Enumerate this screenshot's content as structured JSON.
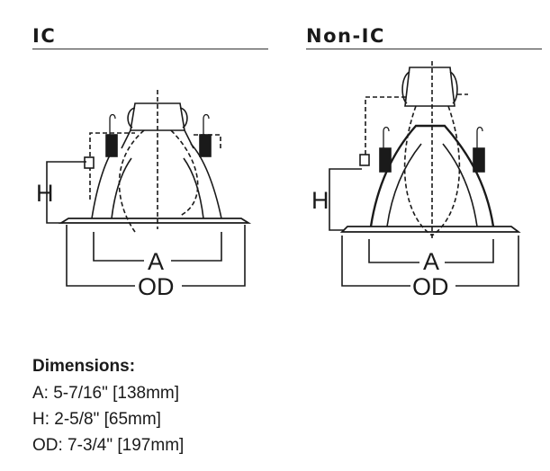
{
  "panels": [
    {
      "title": "IC",
      "labels": {
        "height": "H",
        "aperture": "A",
        "outer": "OD"
      }
    },
    {
      "title": "Non-IC",
      "labels": {
        "height": "H",
        "aperture": "A",
        "outer": "OD"
      }
    }
  ],
  "dimensions": {
    "title": "Dimensions:",
    "lines": [
      "A: 5-7/16\" [138mm]",
      "H: 2-5/8\" [65mm]",
      "OD: 7-3/4\" [197mm]"
    ]
  }
}
